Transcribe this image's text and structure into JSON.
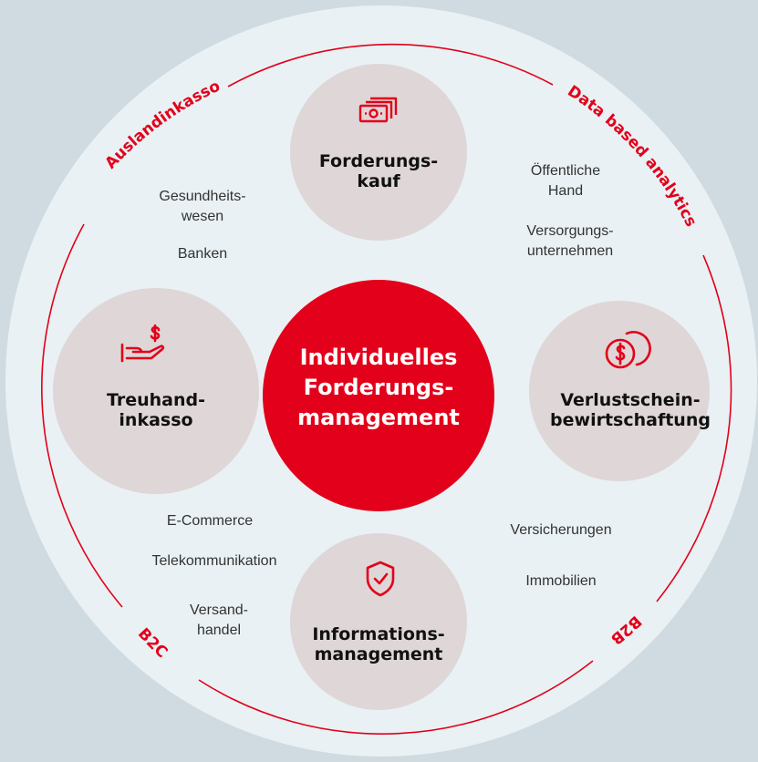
{
  "center": {
    "line1": "Individuelles",
    "line2": "Forderungs-",
    "line3": "management"
  },
  "services": {
    "top": {
      "line1": "Forderungs-",
      "line2": "kauf",
      "icon": "money-stack-icon"
    },
    "left": {
      "line1": "Treuhand-",
      "line2": "inkasso",
      "icon": "hand-dollar-icon"
    },
    "right": {
      "line1": "Verlustschein-",
      "line2": "bewirtschaftung",
      "icon": "coins-dollar-icon"
    },
    "bottom": {
      "line1": "Informations-",
      "line2": "management",
      "icon": "shield-check-icon"
    }
  },
  "ring_labels": {
    "top_left": "Auslandinkasso",
    "top_right": "Data based analytics",
    "bottom_left": "B2C",
    "bottom_right": "B2B"
  },
  "segments": {
    "gesundheitswesen": {
      "line1": "Gesundheits-",
      "line2": "wesen"
    },
    "banken": "Banken",
    "oeffentliche_hand": {
      "line1": "Öffentliche",
      "line2": "Hand"
    },
    "versorgung": {
      "line1": "Versorgungs-",
      "line2": "unternehmen"
    },
    "ecommerce": "E-Commerce",
    "telekom": "Telekommunikation",
    "versandhandel": {
      "line1": "Versand-",
      "line2": "handel"
    },
    "versicherungen": "Versicherungen",
    "immobilien": "Immobilien"
  },
  "colors": {
    "accent": "#e2001a",
    "node": "#dfd6d7",
    "background": "#cfdbe0",
    "disc": "#e9f1f4"
  }
}
